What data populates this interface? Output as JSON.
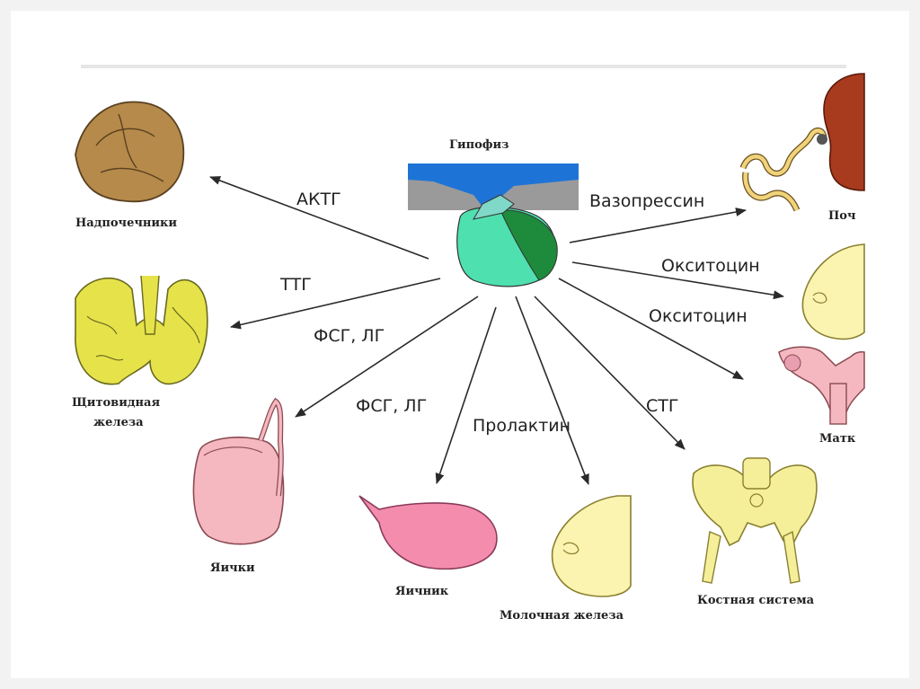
{
  "center": {
    "label": "Гипофиз"
  },
  "organs": {
    "adrenal": "Надпочечники",
    "thyroid_line1": "Щитовидная",
    "thyroid_line2": "железа",
    "testes": "Яички",
    "ovary": "Яичник",
    "breast": "Молочная железа",
    "bones": "Костная система",
    "kidney": "Поч",
    "uterus": "Матк"
  },
  "hormones": {
    "actg": "АКТГ",
    "ttg": "ТТГ",
    "fsg_lg_1": "ФСГ, ЛГ",
    "fsg_lg_2": "ФСГ, ЛГ",
    "prolactin": "Пролактин",
    "stg": "СТГ",
    "vasopressin": "Вазопрессин",
    "oxytocin_1": "Окситоцин",
    "oxytocin_2": "Окситоцин"
  },
  "colors": {
    "pituitary_blue": "#1e74d6",
    "pituitary_gray": "#9a9a9a",
    "anterior_lobe": "#4fe0b0",
    "posterior_lobe": "#1e8a3c",
    "adrenal": "#b58a4a",
    "thyroid": "#e6e24a",
    "testes": "#f5b8c0",
    "ovary": "#f48cae",
    "breast": "#fbf3b0",
    "bones": "#f5ef9a",
    "kidney": "#a83a1e",
    "nephron": "#f0d37a"
  }
}
